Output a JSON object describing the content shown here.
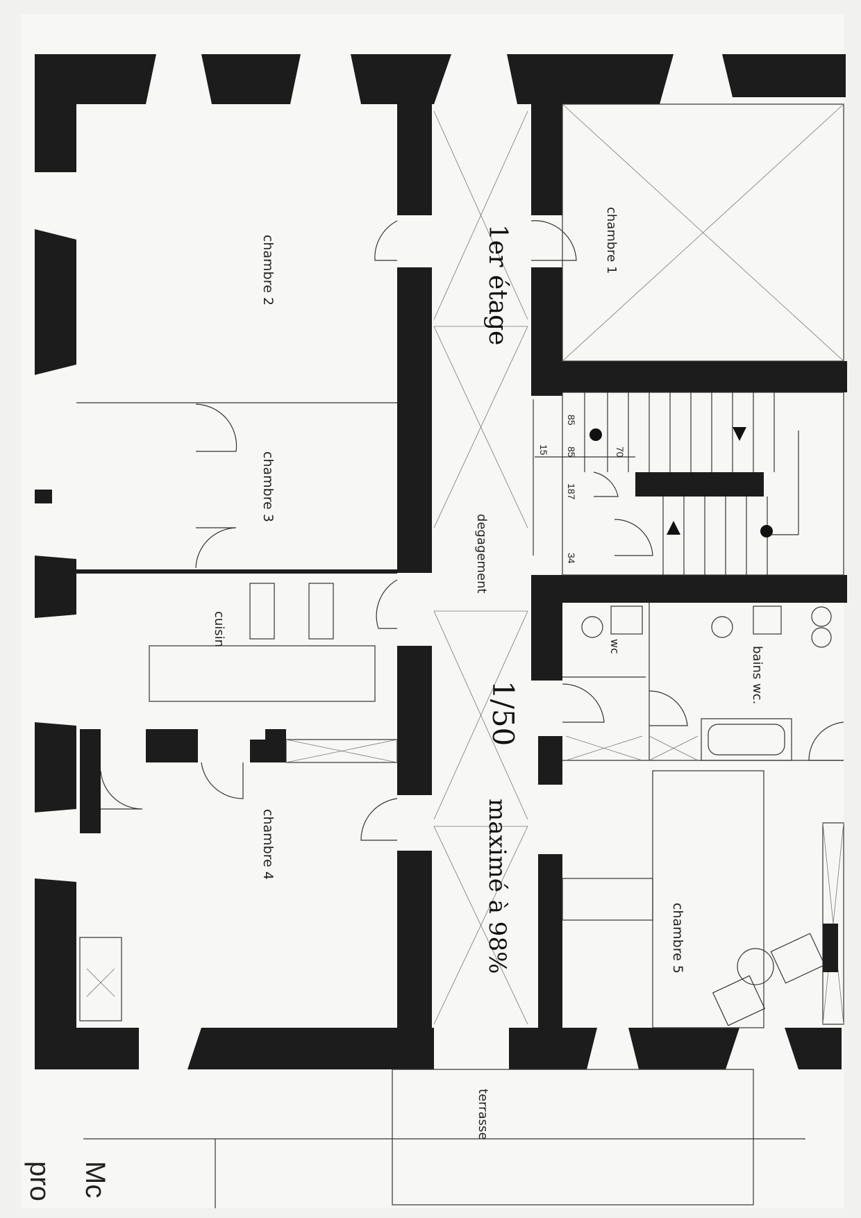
{
  "rooms": {
    "chambre_1": "chambre 1",
    "chambre_2": "chambre 2",
    "chambre_3": "chambre 3",
    "chambre_4": "chambre 4",
    "chambre_5": "chambre 5",
    "cuisine": "cuisin",
    "degagement": "degagement",
    "wc": "wc",
    "bains_wc": "bains wc.",
    "terrasse": "terrasse"
  },
  "annotations": {
    "floor": "1er étage",
    "scale": "1/50",
    "note": "maximé à 98%"
  },
  "dimensions": {
    "d85a": "85",
    "d15": "15",
    "d85b": "85",
    "d70": "70",
    "d187": "187",
    "d34": "34"
  },
  "title_block": {
    "line1": "Mc",
    "line2": "pro"
  },
  "colors": {
    "wall": "#1c1c1c",
    "paper": "#f1f1ef"
  }
}
